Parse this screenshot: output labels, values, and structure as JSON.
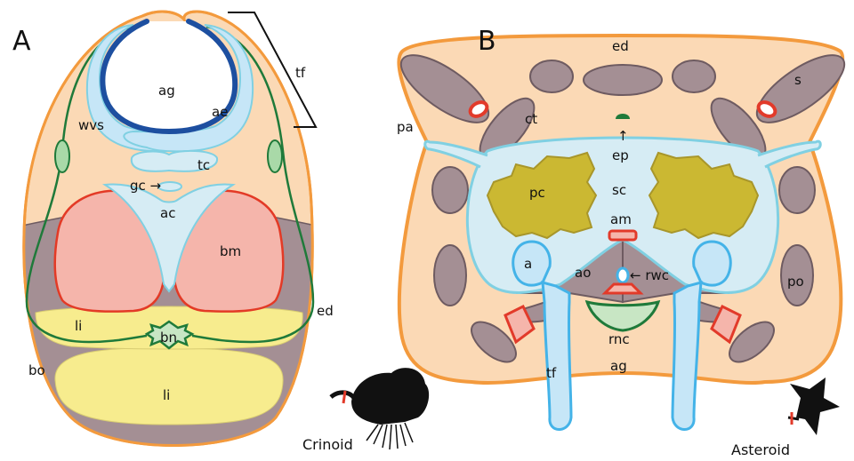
{
  "panel_a": {
    "panel_label": "A",
    "labels": {
      "tf": "tf",
      "ag": "ag",
      "ae": "ae",
      "wvs": "wvs",
      "tc": "tc",
      "gc": "gc →",
      "ac": "ac",
      "bm": "bm",
      "li_upper": "li",
      "bn": "bn",
      "ed": "ed",
      "bo": "bo",
      "li_lower": "li"
    },
    "caption": "Crinoid"
  },
  "panel_b": {
    "panel_label": "B",
    "labels": {
      "ed": "ed",
      "s": "s",
      "ct": "ct",
      "pa": "pa",
      "ep_arrow": "↑",
      "ep": "ep",
      "pc": "pc",
      "sc": "sc",
      "am": "am",
      "a": "a",
      "ao": "ao",
      "rwc": "← rwc",
      "po": "po",
      "rnc": "rnc",
      "tf": "tf",
      "ag": "ag"
    },
    "caption": "Asteroid"
  },
  "colors": {
    "ectoderm_outline": "#f39a3d",
    "connective_fill": "#fbd9b5",
    "ossicle_fill": "#a48f94",
    "ossicle_stroke": "#6e5b61",
    "coelom_fill": "#d6ecf4",
    "coelom_stroke": "#80d0e2",
    "water_vascular_fill": "#c6e6f7",
    "water_vascular_stroke": "#44b3e8",
    "ectoneural_stroke": "#1f7a3a",
    "ambulacral_epidermis": "#1d4fa0",
    "muscle_fill": "#f5b5ab",
    "muscle_stroke": "#e33a26",
    "ligament_fill": "#f7ec8e",
    "pyloric_caeca_fill": "#cbb832",
    "nerve_fill": "#c8e6c4",
    "accent_red": "#e23a2a"
  }
}
